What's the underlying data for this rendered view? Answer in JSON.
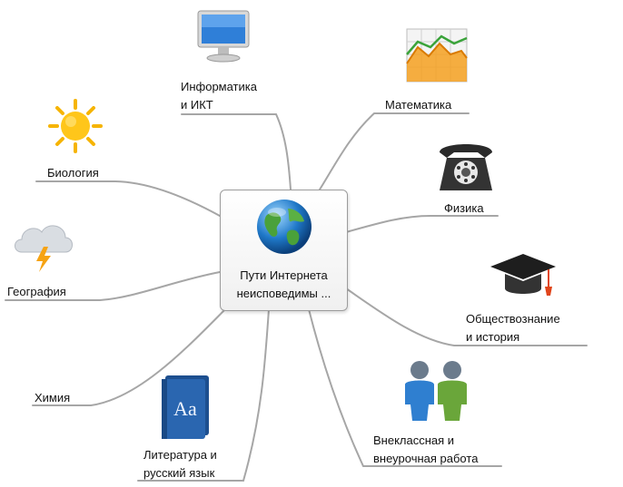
{
  "center": {
    "line1": "Пути Интернета",
    "line2": "неисповедимы ...",
    "icon": "globe-icon"
  },
  "branches": {
    "informatics": {
      "line1": "Информатика",
      "line2": "и ИКТ",
      "icon": "monitor-icon"
    },
    "math": {
      "line1": "Математика",
      "icon": "chart-icon"
    },
    "biology": {
      "line1": "Биология",
      "icon": "sun-icon"
    },
    "physics": {
      "line1": "Физика",
      "icon": "telephone-icon"
    },
    "geography": {
      "line1": "География",
      "icon": "storm-cloud-icon"
    },
    "social": {
      "line1": "Обществознание",
      "line2": "и история",
      "icon": "graduation-cap-icon"
    },
    "chemistry": {
      "line1": "Химия"
    },
    "literature": {
      "line1": "Литература и",
      "line2": "русский язык",
      "icon": "book-icon"
    },
    "extracurricular": {
      "line1": "Внеклассная и",
      "line2": "внеурочная работа",
      "icon": "people-icon"
    }
  }
}
